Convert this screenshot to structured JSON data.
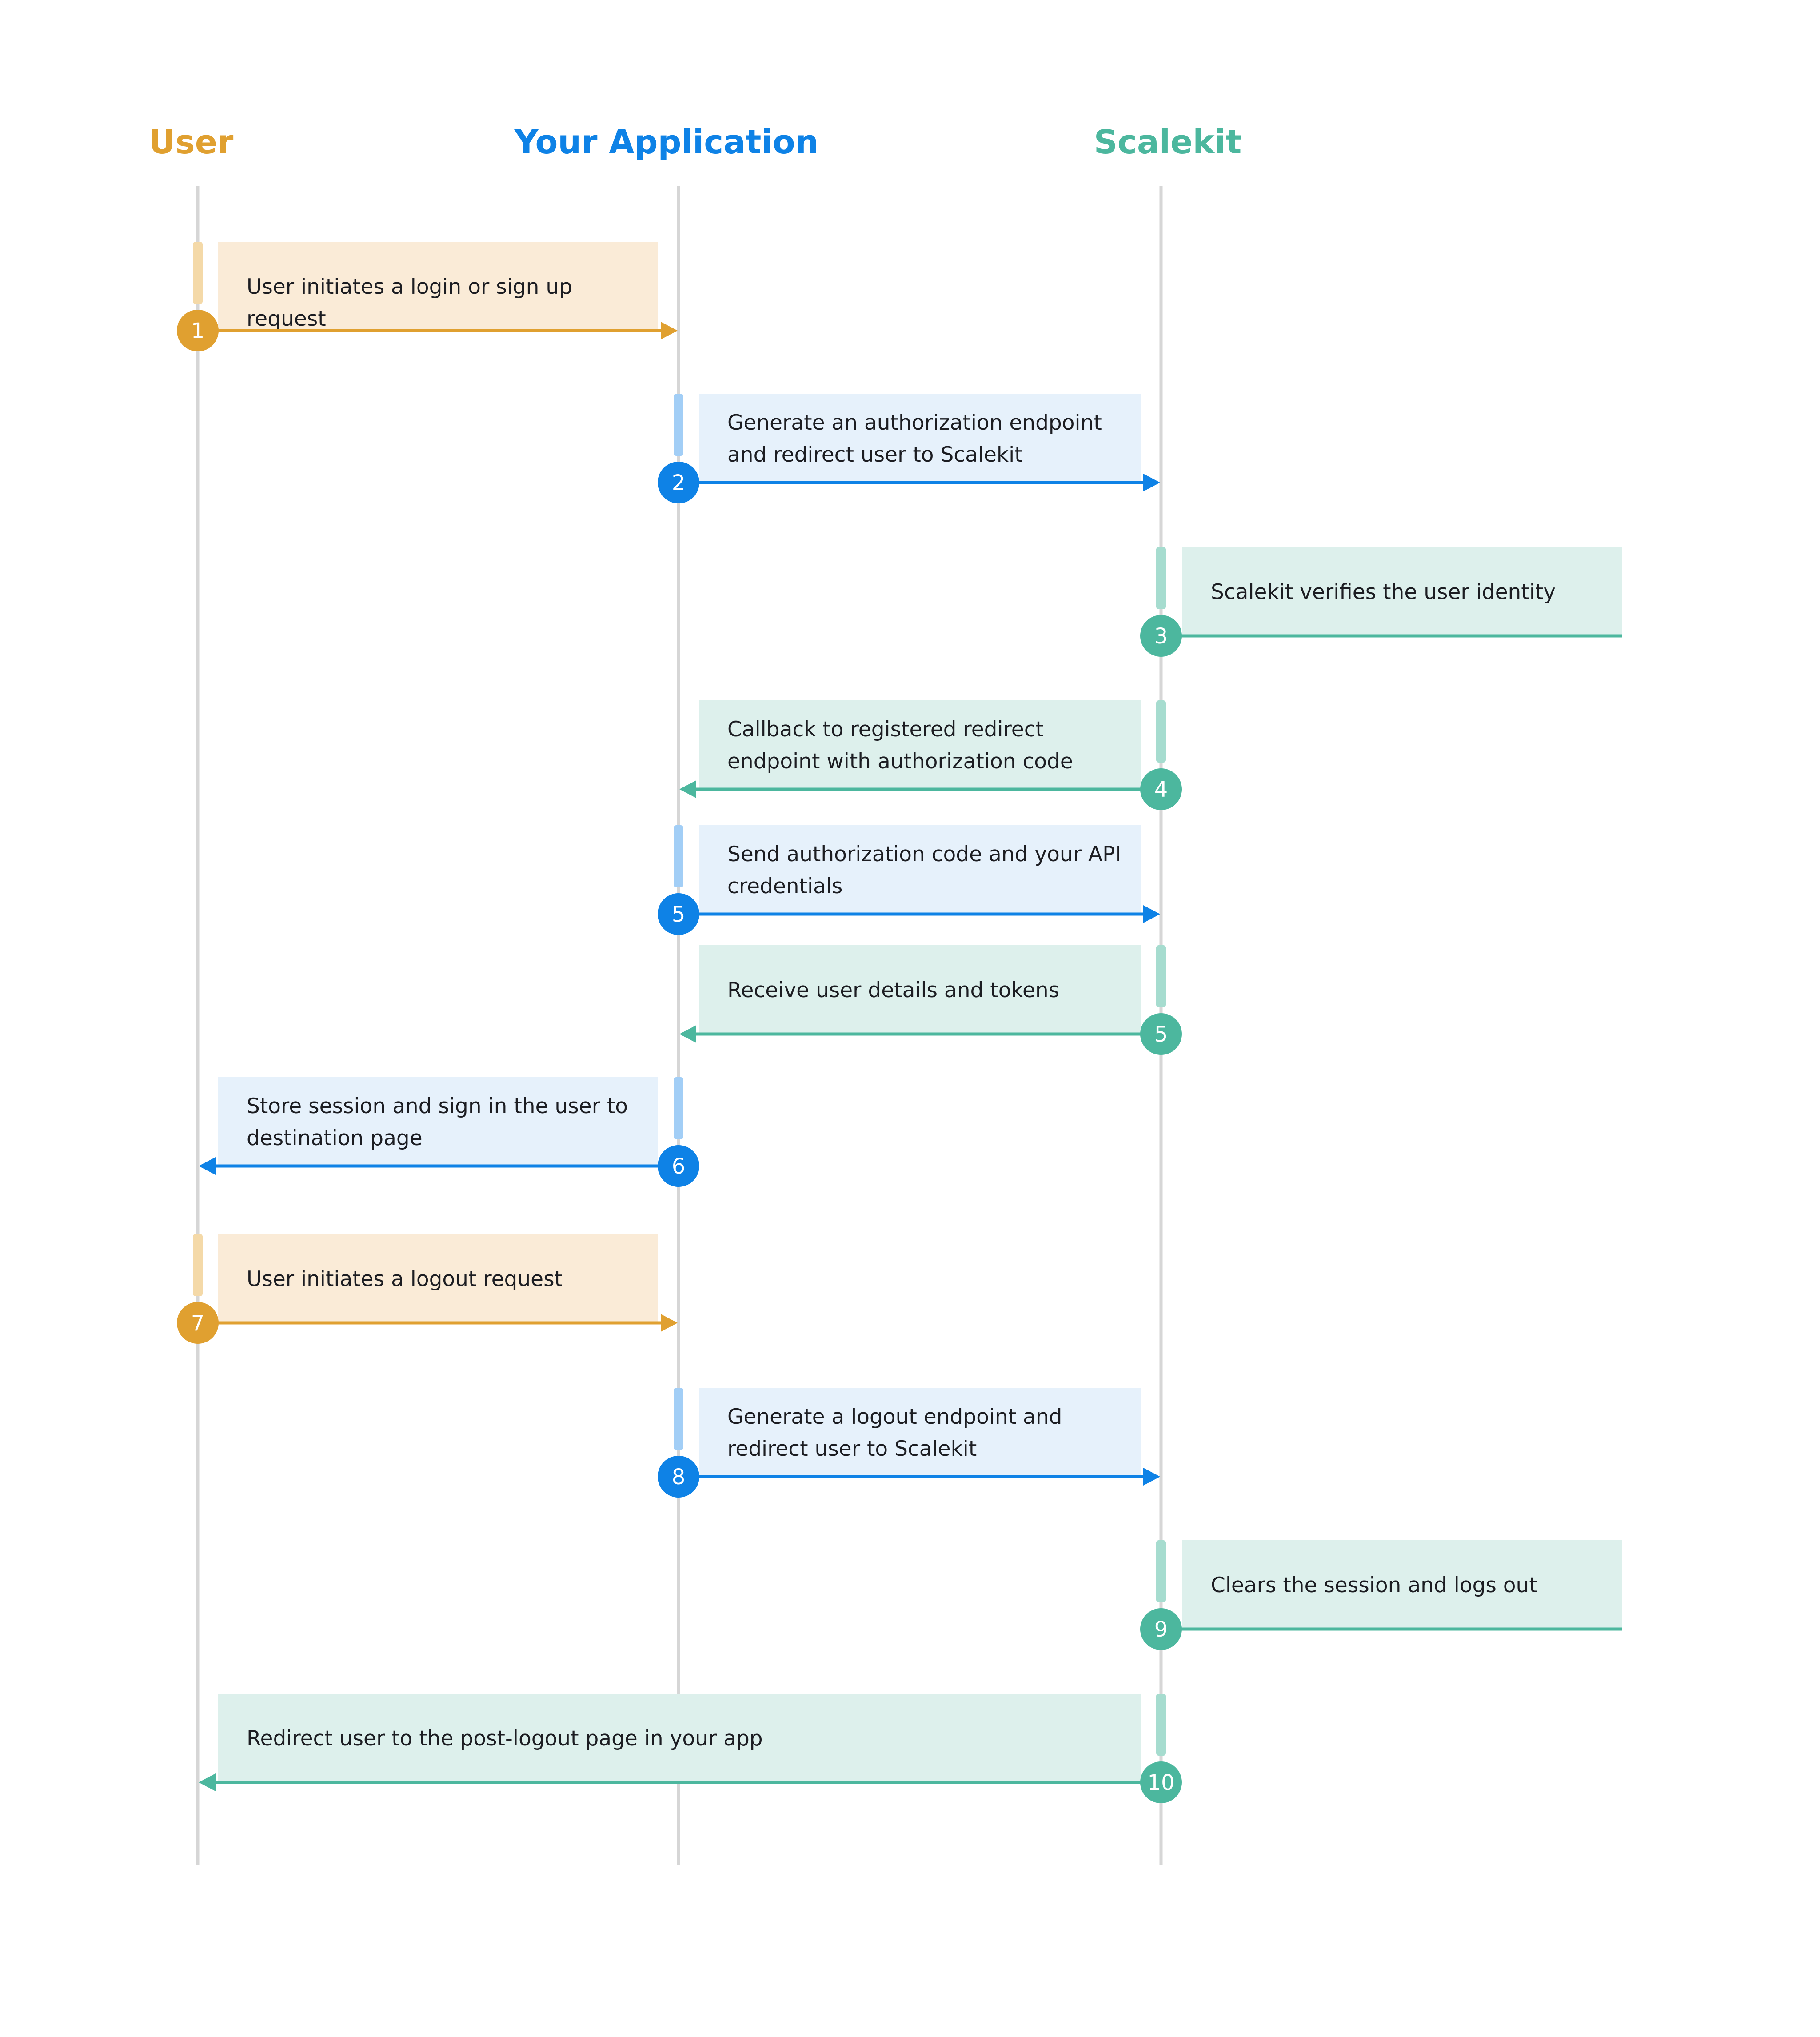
{
  "colors": {
    "user": "#E0A030",
    "user_light": "#FAEBD7",
    "user_bar": "#F4D9A8",
    "app": "#0E82E6",
    "app_light": "#E6F1FB",
    "app_bar": "#A2CEF6",
    "scalekit": "#4CB79E",
    "scalekit_light": "#DDF0EC",
    "scalekit_bar": "#A6DCCF",
    "lifeline": "#D6D6D6"
  },
  "actors": [
    {
      "id": "user",
      "label": "User"
    },
    {
      "id": "app",
      "label": "Your Application"
    },
    {
      "id": "scalekit",
      "label": "Scalekit"
    }
  ],
  "steps": [
    {
      "number": "1",
      "from": "user",
      "to": "app",
      "text": [
        "User initiates a login or sign up request"
      ]
    },
    {
      "number": "2",
      "from": "app",
      "to": "scalekit",
      "text": [
        "Generate an authorization endpoint",
        "and redirect user to Scalekit"
      ]
    },
    {
      "number": "3",
      "from": "scalekit",
      "to": "scalekit",
      "text": [
        "Scalekit verifies the user identity"
      ]
    },
    {
      "number": "4",
      "from": "scalekit",
      "to": "app",
      "text": [
        "Callback to registered redirect",
        "endpoint with authorization code"
      ]
    },
    {
      "number": "5",
      "from": "app",
      "to": "scalekit",
      "text": [
        "Send authorization code and your API",
        "credentials"
      ]
    },
    {
      "number": "5",
      "from": "scalekit",
      "to": "app",
      "text": [
        "Receive user details and tokens"
      ]
    },
    {
      "number": "6",
      "from": "app",
      "to": "user",
      "text": [
        "Store session and sign in the user to",
        "destination page"
      ]
    },
    {
      "number": "7",
      "from": "user",
      "to": "app",
      "text": [
        "User initiates a logout request"
      ]
    },
    {
      "number": "8",
      "from": "app",
      "to": "scalekit",
      "text": [
        "Generate a logout endpoint and",
        "redirect user to Scalekit"
      ]
    },
    {
      "number": "9",
      "from": "scalekit",
      "to": "scalekit",
      "text": [
        "Clears the session and logs out"
      ]
    },
    {
      "number": "10",
      "from": "scalekit",
      "to": "user",
      "text": [
        "Redirect user to the post-logout page in your app"
      ]
    }
  ]
}
